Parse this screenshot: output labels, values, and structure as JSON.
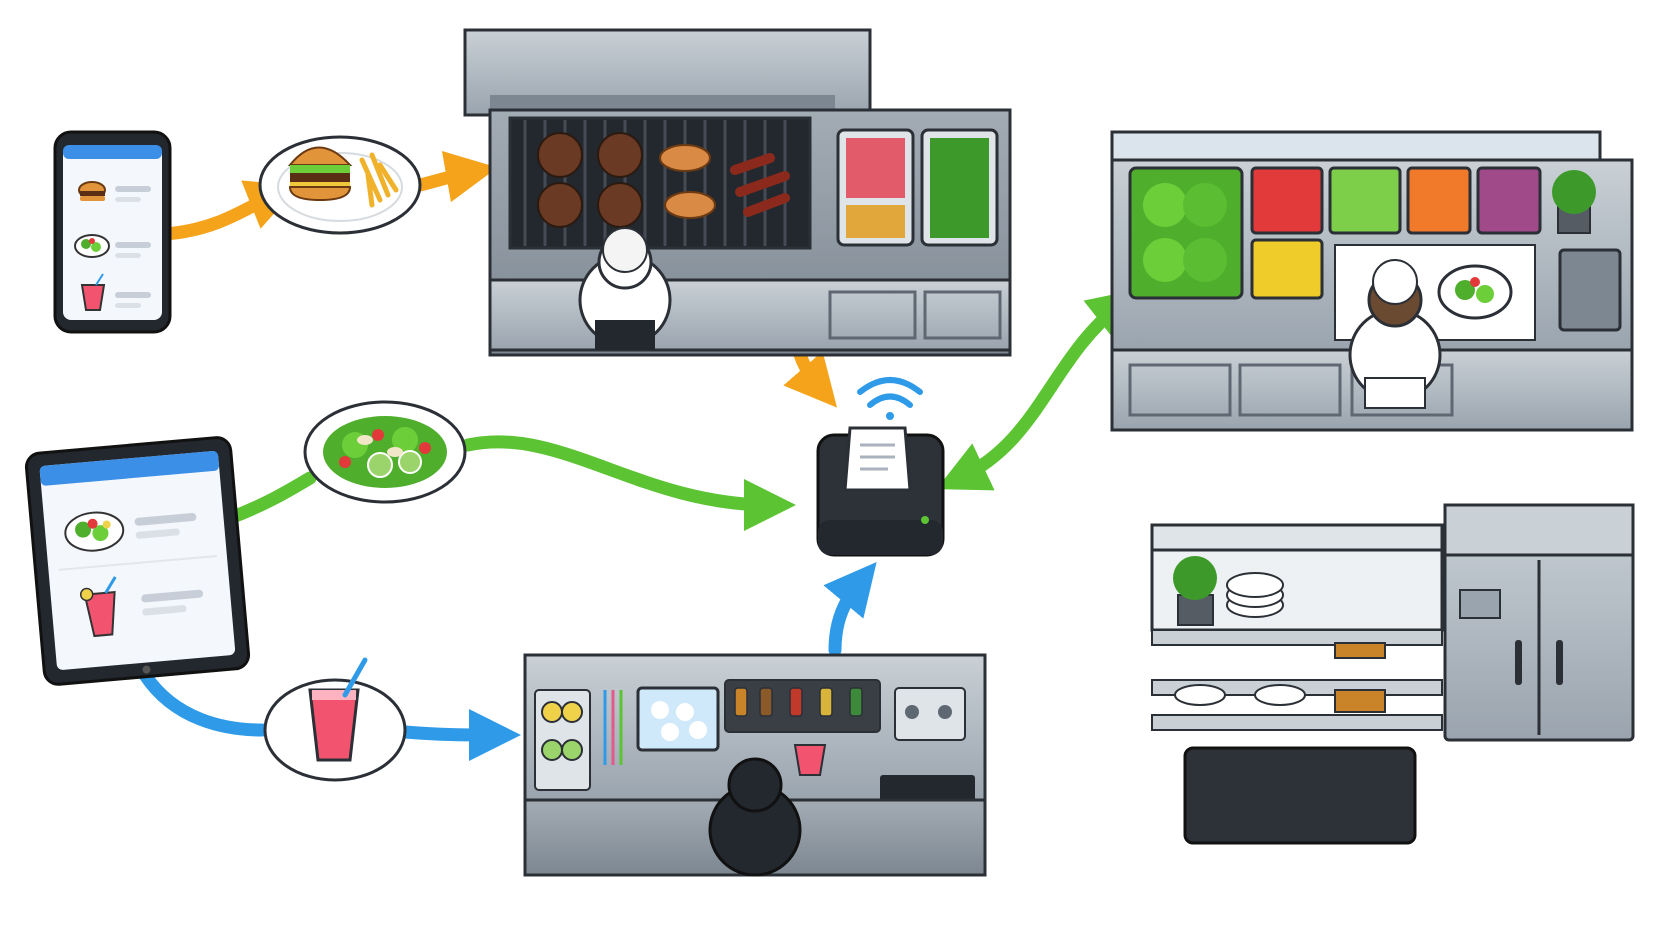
{
  "diagram": {
    "devices": [
      {
        "id": "phone",
        "icon": "smartphone-icon",
        "items": [
          "burger",
          "salad",
          "drink"
        ]
      },
      {
        "id": "tablet",
        "icon": "tablet-icon",
        "items": [
          "salad",
          "drink"
        ]
      }
    ],
    "dishes": [
      {
        "id": "burger-plate",
        "icon": "burger-plate-icon"
      },
      {
        "id": "salad-plate",
        "icon": "salad-plate-icon"
      },
      {
        "id": "drink-plate",
        "icon": "drink-plate-icon"
      }
    ],
    "stations": [
      {
        "id": "grill-station",
        "icon": "grill-icon"
      },
      {
        "id": "salad-station",
        "icon": "salad-bar-icon"
      },
      {
        "id": "drink-station",
        "icon": "drink-bar-icon"
      },
      {
        "id": "service-station",
        "icon": "shelving-icon"
      },
      {
        "id": "refrigerator",
        "icon": "refrigerator-icon"
      }
    ],
    "hub": {
      "id": "ticket-printer",
      "icon": "receipt-printer-icon",
      "signal": "wifi-icon"
    },
    "flows": [
      {
        "from": "phone",
        "to": "grill-station",
        "color": "#f5a31a"
      },
      {
        "from": "grill-station",
        "to": "ticket-printer",
        "color": "#f5a31a"
      },
      {
        "from": "tablet",
        "to": "ticket-printer",
        "color": "#5cc433"
      },
      {
        "from": "ticket-printer",
        "to": "salad-station",
        "color": "#5cc433",
        "bidirectional": true
      },
      {
        "from": "tablet",
        "to": "drink-station",
        "color": "#2f9be8"
      },
      {
        "from": "drink-station",
        "to": "ticket-printer",
        "color": "#2f9be8"
      }
    ],
    "colors": {
      "order_grill": "#f5a31a",
      "order_salad": "#5cc433",
      "order_drink": "#2f9be8",
      "steel": "#9aa4ae",
      "outline": "#2b2f36"
    }
  }
}
